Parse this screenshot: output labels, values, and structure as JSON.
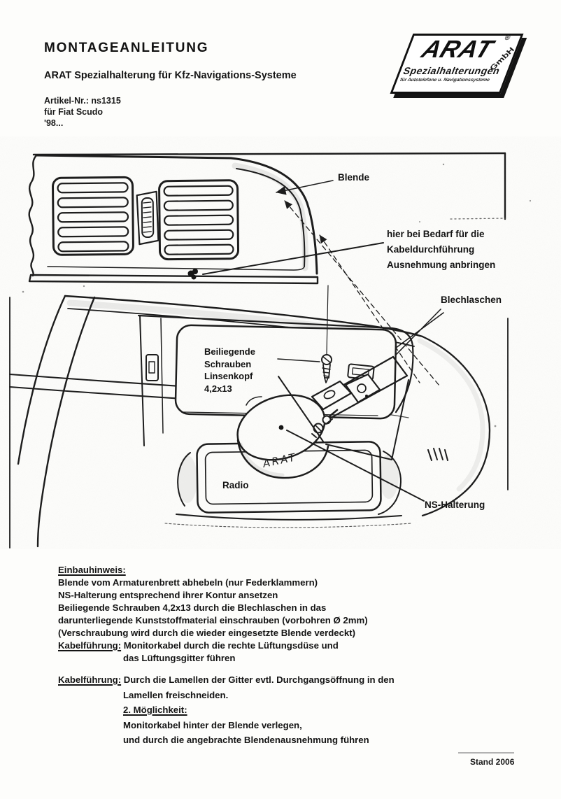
{
  "page": {
    "title": "MONTAGEANLEITUNG",
    "subtitle": "ARAT Spezialhalterung für Kfz-Navigations-Systeme",
    "article_no": "Artikel-Nr.: ns1315",
    "vehicle": "für Fiat Scudo",
    "model_year": "'98...",
    "footer": "Stand 2006"
  },
  "logo": {
    "brand": "ARAT",
    "registered": "®",
    "suffix": "GmbH",
    "line1": "Spezialhalterungen",
    "line2": "für Autotelefone u. Navigationssysteme"
  },
  "diagram": {
    "labels": {
      "blende": "Blende",
      "cable_note": "hier bei Bedarf für die\nKabeldurchführung\nAusnehmung anbringen",
      "blechlaschen": "Blechlaschen",
      "schrauben": "Beiliegende\nSchrauben\nLinsenkopf\n4,2x13",
      "radio": "Radio",
      "ns_halterung": "NS-Halterung",
      "disc_marking": "ARAT"
    }
  },
  "instructions": {
    "einbau": {
      "heading": "Einbauhinweis:",
      "lines": [
        "Blende vom Armaturenbrett abhebeln (nur Federklammern)",
        "NS-Halterung entsprechend ihrer Kontur ansetzen",
        "Beiliegende Schrauben 4,2x13 durch die Blechlaschen in das",
        "darunterliegende Kunststoffmaterial einschrauben (vorbohren Ø 2mm)",
        "(Verschraubung wird durch die wieder eingesetzte Blende verdeckt)"
      ],
      "kabel_label": "Kabelführung:",
      "kabel_text": " Monitorkabel durch die rechte Lüftungsdüse und",
      "kabel_text2": "das Lüftungsgitter führen"
    },
    "kabel2": {
      "label": "Kabelführung:",
      "line1": " Durch die Lamellen der Gitter evtl. Durchgangsöffnung in den",
      "line2": "Lamellen freischneiden.",
      "option_heading": "2. Möglichkeit:",
      "line3": "Monitorkabel hinter der Blende verlegen,",
      "line4": "und durch die angebrachte Blendenausnehmung führen"
    }
  },
  "colors": {
    "ink": "#1c1c1c",
    "paper": "#fdfdfb"
  }
}
